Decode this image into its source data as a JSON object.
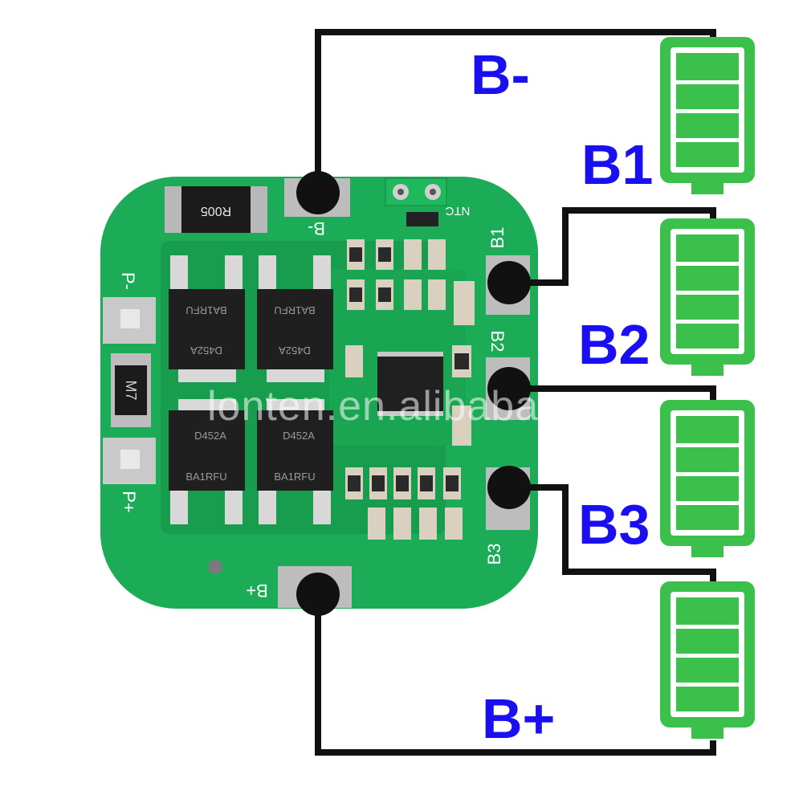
{
  "colors": {
    "pcb": "#1cab57",
    "pcb_dark": "#138a43",
    "wire": "#111111",
    "battery": "#3cc04c",
    "label_blue": "#1a0ff0",
    "pad": "#b9b9b9"
  },
  "labels": {
    "b_minus": "B-",
    "b1": "B1",
    "b2": "B2",
    "b3": "B3",
    "b_plus": "B+"
  },
  "silkscreen": {
    "resistor": "R005",
    "b_minus": "B-",
    "ntc": "NTC",
    "b1": "B1",
    "b2": "B2",
    "b3": "B3",
    "b_plus": "B+",
    "p_minus": "P-",
    "p_plus": "P+",
    "diode": "M7",
    "mosfet_code": "BA1RFU",
    "mosfet_part": "D452A"
  },
  "watermark": "lonten.en.alibaba",
  "batteries": [
    {
      "name": "battery-1-icon",
      "icon": "battery-full-icon"
    },
    {
      "name": "battery-2-icon",
      "icon": "battery-full-icon"
    },
    {
      "name": "battery-3-icon",
      "icon": "battery-full-icon"
    },
    {
      "name": "battery-4-icon",
      "icon": "battery-full-icon"
    }
  ]
}
